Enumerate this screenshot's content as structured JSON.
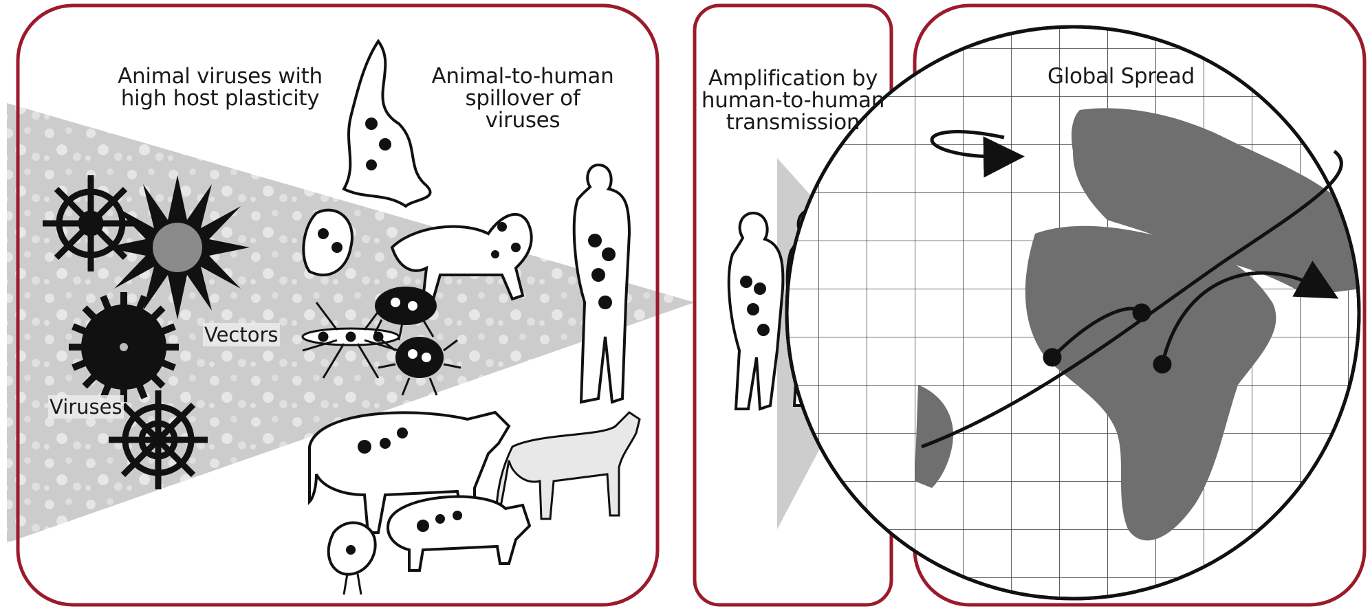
{
  "colors": {
    "panel_border": "#9b1b2a",
    "arrow_fill": "#c8c8c8",
    "land": "#6f6f6f",
    "ink": "#111111"
  },
  "panels": {
    "spillover": {
      "title_left": "Animal viruses with\nhigh host plasticity",
      "title_right": "Animal-to-human\nspillover of\nviruses",
      "label_vectors": "Vectors",
      "label_viruses": "Viruses"
    },
    "amplification": {
      "title": "Amplification by\nhuman-to-human\ntransmission"
    },
    "global": {
      "title": "Global Spread"
    }
  },
  "icons": {
    "viruses": "virus-particle-icon",
    "bat": "bat-icon",
    "rodent": "rodent-icon",
    "monkey": "monkey-icon",
    "mosquito": "mosquito-icon",
    "flea": "flea-icon",
    "tick": "tick-icon",
    "cow": "cow-icon",
    "horse": "horse-icon",
    "pig": "pig-icon",
    "chicken": "chicken-icon",
    "human": "human-silhouette-icon",
    "globe": "globe-icon"
  }
}
